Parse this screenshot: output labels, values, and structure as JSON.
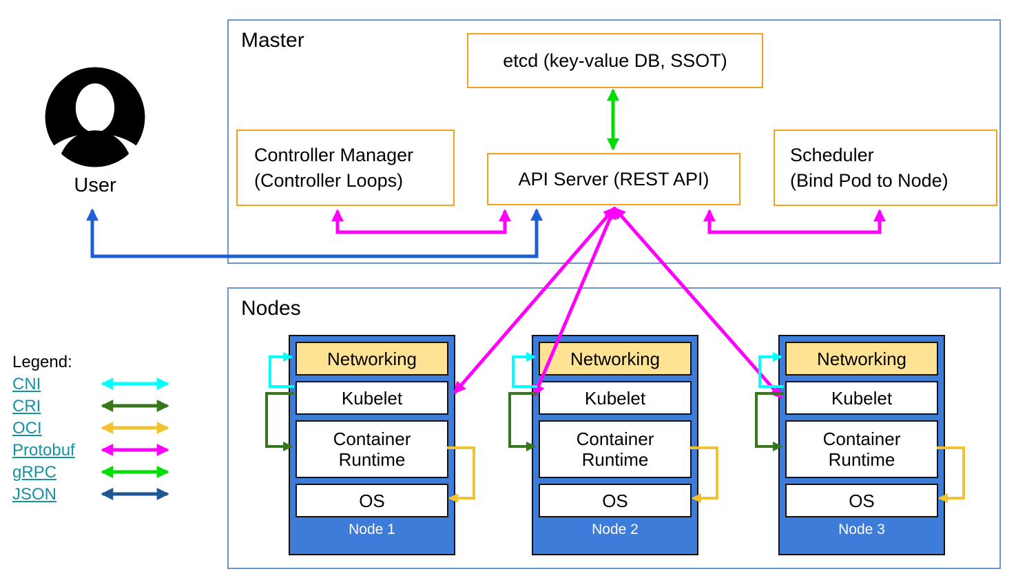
{
  "user": {
    "label": "User"
  },
  "master": {
    "title": "Master",
    "etcd": {
      "label": "etcd (key-value DB, SSOT)"
    },
    "controller_manager": {
      "line1": "Controller Manager",
      "line2": "(Controller Loops)"
    },
    "api_server": {
      "label": "API Server (REST API)"
    },
    "scheduler": {
      "line1": "Scheduler",
      "line2": "(Bind Pod to Node)"
    }
  },
  "nodes": {
    "title": "Nodes",
    "items": [
      {
        "name": "Node 1",
        "tiles": {
          "networking": "Networking",
          "kubelet": "Kubelet",
          "runtime": "Container Runtime",
          "os": "OS"
        }
      },
      {
        "name": "Node 2",
        "tiles": {
          "networking": "Networking",
          "kubelet": "Kubelet",
          "runtime": "Container Runtime",
          "os": "OS"
        }
      },
      {
        "name": "Node 3",
        "tiles": {
          "networking": "Networking",
          "kubelet": "Kubelet",
          "runtime": "Container Runtime",
          "os": "OS"
        }
      }
    ]
  },
  "legend": {
    "title": "Legend:",
    "items": [
      {
        "label": "CNI"
      },
      {
        "label": "CRI"
      },
      {
        "label": "OCI"
      },
      {
        "label": "Protobuf"
      },
      {
        "label": "gRPC"
      },
      {
        "label": "JSON"
      }
    ]
  },
  "colors": {
    "cni_cyan": "#00ffff",
    "cri_green": "#38761d",
    "oci_yellow": "#f1c232",
    "protobuf_magenta": "#ff00ff",
    "grpc_green": "#00dd00",
    "json_navy": "#1f5795",
    "user_blue": "#1d5fd6",
    "box_orange": "#f79e1b",
    "frame_blue": "#6b94cd",
    "node_blue": "#3d7cd9",
    "networking_fill": "#ffe394",
    "link_teal": "#1492a4"
  }
}
